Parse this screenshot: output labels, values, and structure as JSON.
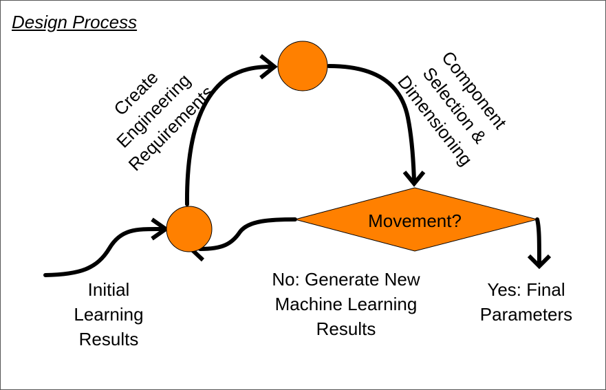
{
  "title": "Design Process",
  "colors": {
    "node_fill": "#ff8000",
    "node_stroke": "#000000",
    "arrow": "#000000",
    "background": "#ffffff"
  },
  "nodes": {
    "decision": "Movement?"
  },
  "edges": {
    "create_requirements": [
      "Create",
      "Engineering",
      "Requirements"
    ],
    "component_selection": [
      "Component",
      "Selection &",
      "Dimensioning"
    ],
    "initial_results": [
      "Initial",
      "Learning",
      "Results"
    ],
    "no_branch": [
      "No: Generate New",
      "Machine Learning",
      "Results"
    ],
    "yes_branch": [
      "Yes: Final",
      "Parameters"
    ]
  }
}
